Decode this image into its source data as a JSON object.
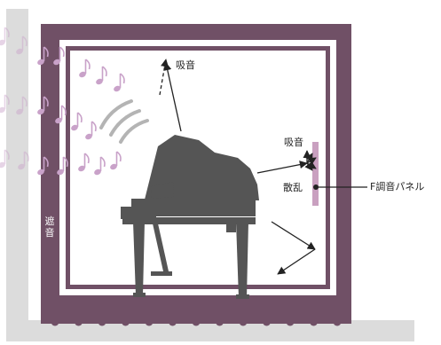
{
  "labels": {
    "ceiling_absorption": "吸音",
    "panel_absorption": "吸音",
    "panel_diffusion": "散乱",
    "panel_name": "F調音パネル",
    "sound_insulation": "遮音"
  },
  "colors": {
    "room_wall": "#705066",
    "inner_liner": "#705066",
    "floor": "#dcdcdc",
    "outer_wall": "#dcdcdc",
    "piano": "#555555",
    "panel": "#c9a0c0",
    "notes": "#c9a2c9",
    "sound_waves": "#b0b0b0",
    "arrows": "#222222"
  },
  "icons": [
    "music-note-icon",
    "sound-wave-icon",
    "grand-piano-icon",
    "arrow-icon"
  ]
}
